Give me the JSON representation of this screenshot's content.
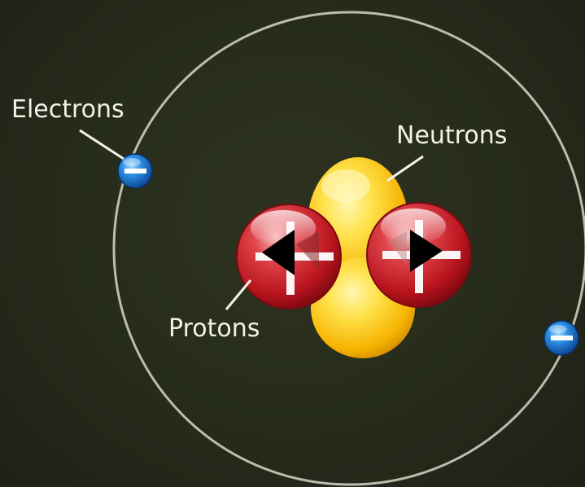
{
  "labels": {
    "electrons": "Electrons",
    "neutrons": "Neutrons",
    "protons": "Protons"
  },
  "controls": {
    "previous_icon": "arrow-left-icon",
    "next_icon": "arrow-right-icon"
  },
  "colors": {
    "background": "#262b1b",
    "orbit": "#d8d6c8",
    "electron": "#1e78d0",
    "proton": "#c6202a",
    "neutron": "#ffd21c",
    "label_text": "#f4f2e6"
  }
}
